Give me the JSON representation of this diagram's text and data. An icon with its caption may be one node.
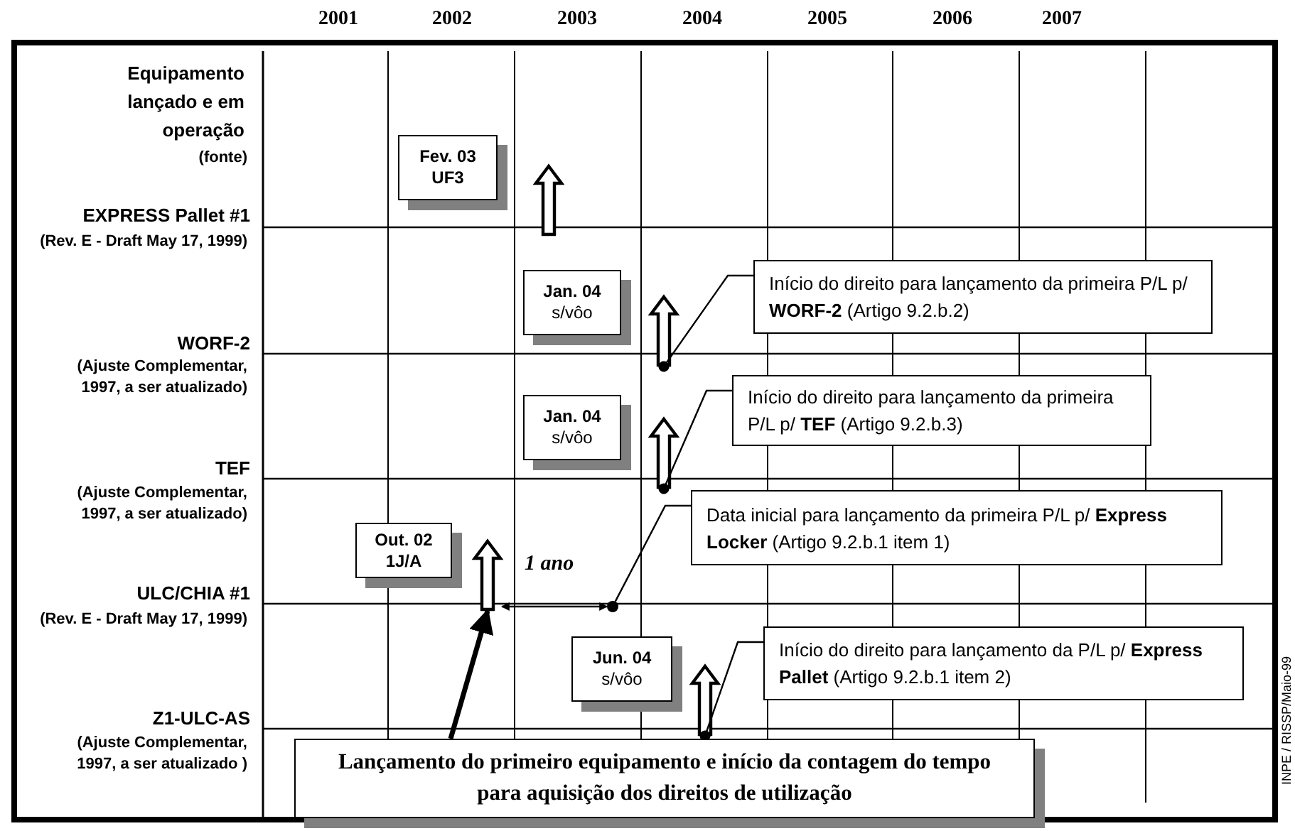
{
  "diagram": {
    "nodes": [
      {
        "text": [
          "Fev. 03",
          "UF3"
        ]
      },
      {
        "text": [],
        "shape": "arrow"
      },
      {
        "text": [
          "Início do direito para lançamento da primeira P/L p/ **WORF-2** (Artigo 9.2.b.2)"
        ]
      },
      {
        "text": [
          "Jan. 04",
          "s/vôo"
        ]
      },
      {
        "text": [],
        "shape": "arrow"
      },
      {
        "text": [
          "Início do direito para lançamento da primeira P/L p/ **TEF** (Artigo 9.2.b.3)"
        ]
      },
      {
        "text": [
          "Jan. 04",
          "s/vôo"
        ]
      },
      {
        "text": [],
        "shape": "arrow"
      },
      {
        "text": [
          "Data inicial para lançamento da primeira P/L p/ **Express Locker** (Artigo 9.2.b.1 item 1)"
        ]
      },
      {
        "text": [
          "Out. 02",
          "1J/A"
        ]
      },
      {
        "text": [],
        "shape": "arrow"
      },
      {
        "text": [],
        "shape": "circle"
      },
      {
        "text": [
          "Início do direito para lançamento da P/L p/ **Express Pallet** (Artigo 9.2.b.1 item 2)"
        ]
      },
      {
        "text": [
          "Jun. 04",
          "s/vôo"
        ]
      },
      {
        "text": [],
        "shape": "arrow"
      },
      {
        "text": [
          "Lançamento do primeiro equipamento e início da contagem do tempo para aquisição dos direitos de utilização"
        ]
      }
    ],
    "edges": [
      {
        "from": 2,
        "to": 4,
        "arrow": "other"
      },
      {
        "from": 5,
        "to": 7,
        "arrow": "other"
      },
      {
        "from": 8,
        "to": 11,
        "arrow": "none"
      },
      {
        "from": 12,
        "to": 14,
        "arrow": "other"
      },
      {
        "from": 15,
        "to": 10,
        "arrow": "to",
        "style": "thick"
      },
      {
        "from": 10,
        "to": 11,
        "arrow": "both",
        "label": "1 ano"
      }
    ],
    "labels": [
      "2001",
      "2002",
      "2003",
      "2004",
      "2005",
      "2006",
      "2007",
      "Equipamento lançado e em operação",
      "(fonte)",
      "EXPRESS Pallet #1",
      "(Rev. E - Draft May 17, 1999)",
      "WORF-2",
      "(Ajuste Complementar, 1997, a ser atualizado)",
      "TEF",
      "(Ajuste Complementar, 1997, a ser atualizado)",
      "ULC/CHIA #1",
      "(Rev. E - Draft May 17, 1999)",
      "Z1-ULC-AS",
      "(Ajuste Complementar, 1997, a ser atualizado )",
      "INPE / RISSP/Maio-99"
    ]
  }
}
